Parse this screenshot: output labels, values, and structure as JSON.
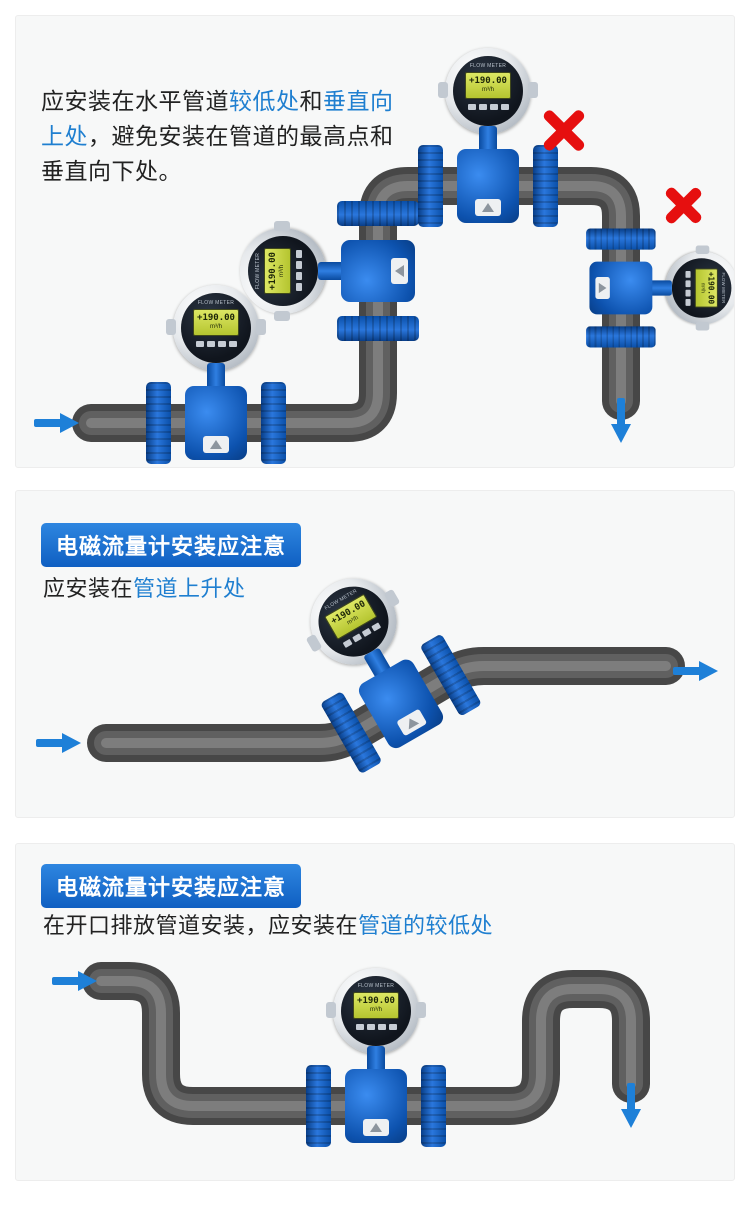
{
  "colors": {
    "accent_blue": "#1f7fd0",
    "pipe_gray": "#474747",
    "meter_blue": "#1565c8",
    "error_red": "#e60f0f",
    "arrow_blue": "#1e80d8"
  },
  "panel1": {
    "text": {
      "seg1": "应安装在水平管道",
      "seg2_blue": "较低处",
      "seg3": "和",
      "seg4_blue": "垂直向上处",
      "seg5": "，避免安装在管道的最高点和垂直向下处。"
    }
  },
  "panel2": {
    "badge": "电磁流量计安装应注意",
    "text": {
      "seg1": "应安装在",
      "seg2_blue": "管道上升处"
    }
  },
  "panel3": {
    "badge": "电磁流量计安装应注意",
    "text": {
      "seg1": "在开口排放管道安装，应安装在",
      "seg2_blue": "管道的较低处"
    }
  },
  "meter": {
    "brand": "FLOW METER",
    "display_value": "+190.00",
    "display_unit": "m³/h"
  }
}
